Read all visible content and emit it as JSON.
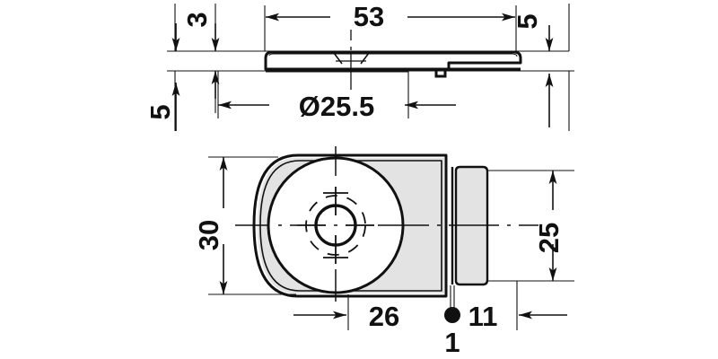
{
  "drawing": {
    "title": "Hinge mounting plate technical drawing",
    "colors": {
      "line": "#111111",
      "background": "#ffffff",
      "shade_fill": "#e3e3e3",
      "light_fill": "#f2f2f2"
    },
    "views": [
      {
        "name": "side-elevation-view",
        "position": "top"
      },
      {
        "name": "plan-view",
        "position": "bottom"
      }
    ]
  },
  "dimensions": {
    "top_view": {
      "length": "53",
      "bore_diameter": "Ø25.5",
      "plate_thickness": "3",
      "left_height": "5",
      "right_height": "5"
    },
    "bottom_view": {
      "width": "30",
      "boss_width": "25",
      "center_offset": "26",
      "arm_length": "11",
      "pin_diameter": "1"
    }
  },
  "labels": {
    "d53": "53",
    "d25_5": "Ø25.5",
    "d3": "3",
    "d5_left": "5",
    "d5_right": "5",
    "d30": "30",
    "d25": "25",
    "d26": "26",
    "d11": "11",
    "d1": "1"
  }
}
